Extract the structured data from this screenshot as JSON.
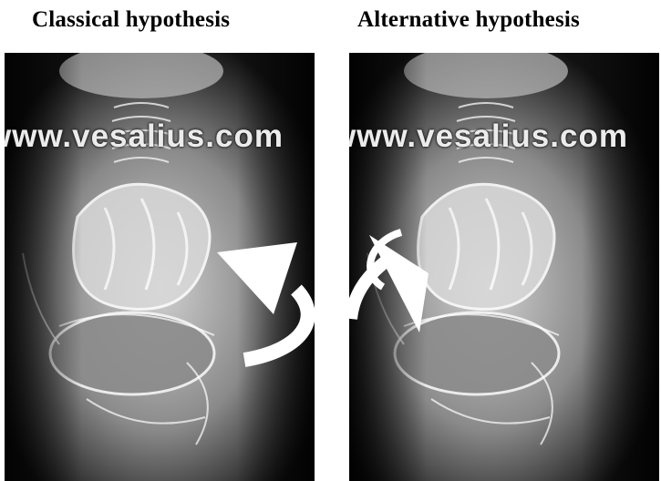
{
  "titles": {
    "left": "Classical hypothesis",
    "right": "Alternative hypothesis"
  },
  "panels": {
    "left": {
      "watermark": "www.vesalius.com"
    },
    "right": {
      "watermark": "www.vesalius.com"
    }
  },
  "colors": {
    "background": "#ffffff",
    "arrow": "#ffffff",
    "image_dark": "#000000"
  }
}
